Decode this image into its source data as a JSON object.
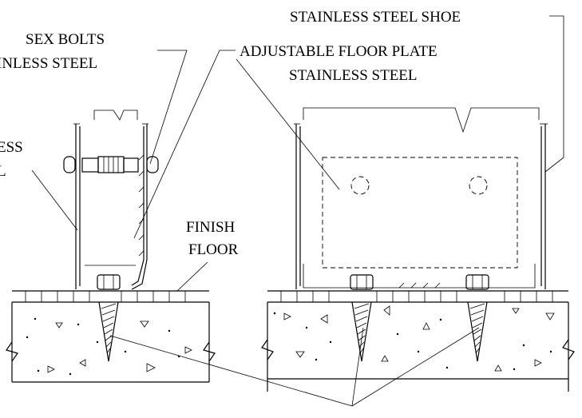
{
  "labels": {
    "shoe": "STAINLESS STEEL SHOE",
    "bolts_line1": "SEX BOLTS",
    "bolts_line2": "INLESS STEEL",
    "plate_line1": "ADJUSTABLE FLOOR PLATE",
    "plate_line2": "STAINLESS STEEL",
    "left_cut_line1": "ESS",
    "left_cut_line2": "L",
    "finish_line1": "FINISH",
    "finish_line2": "FLOOR"
  }
}
